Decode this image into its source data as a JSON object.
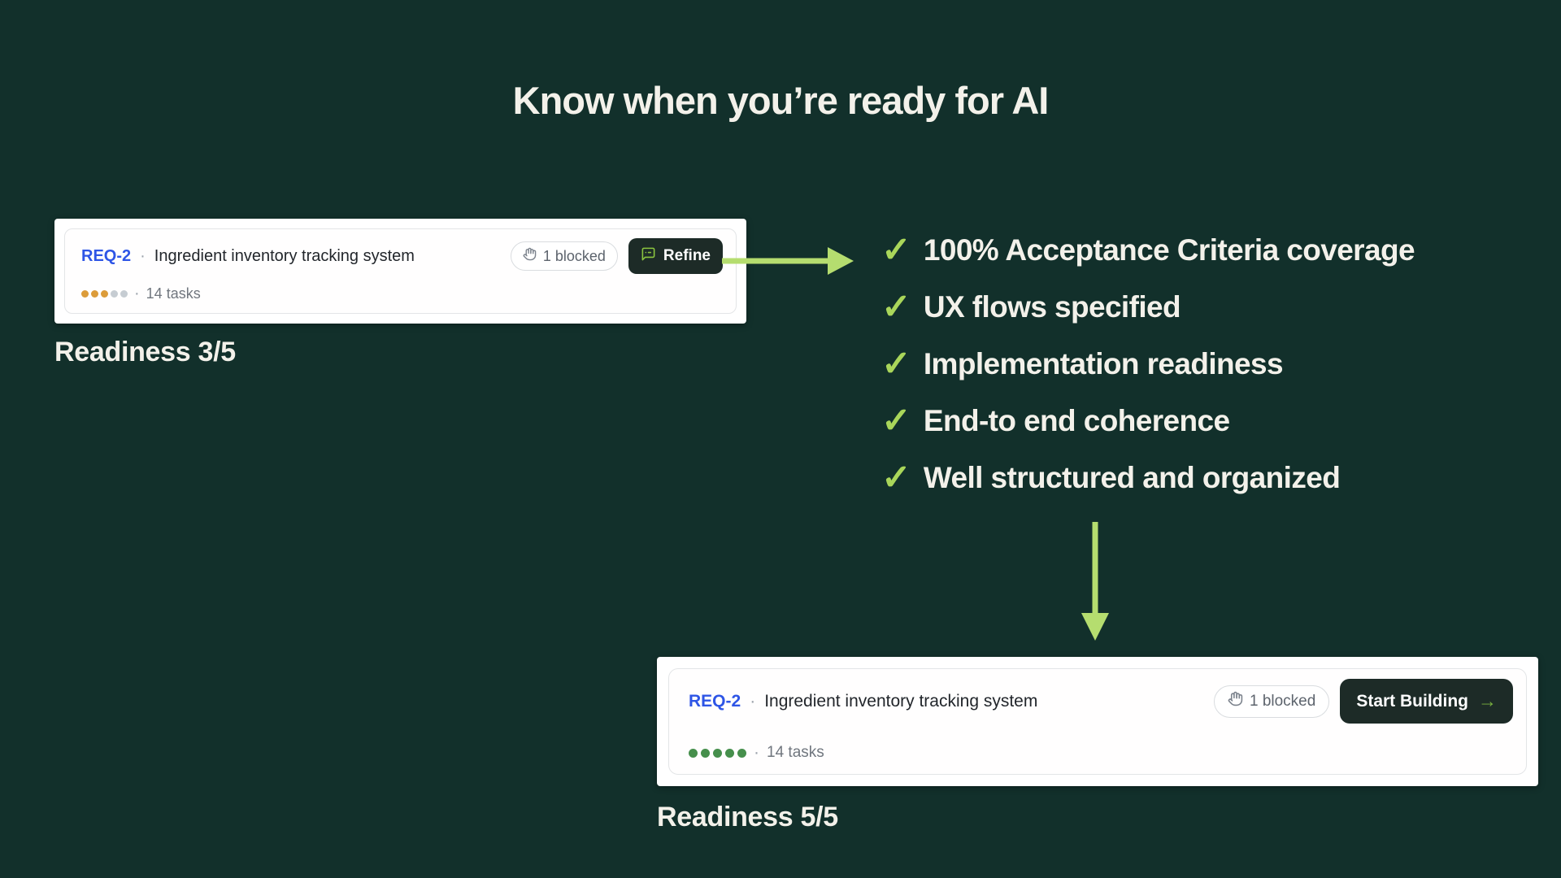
{
  "page": {
    "headline": "Know when you’re ready for AI",
    "background_color": "#12302b",
    "accent_arrow_green": "#b5dd6f",
    "accent_check_green": "#a9d65a",
    "req_id_blue": "#2e55e6",
    "dark_button_color": "#1d2b27"
  },
  "before_card": {
    "req_id": "REQ-2",
    "separator": "·",
    "title": "Ingredient inventory tracking system",
    "blocked_badge": {
      "label": "1 blocked",
      "icon": "hand-icon"
    },
    "refine_button": {
      "label": "Refine",
      "icon": "chat-bubble-icon"
    },
    "readiness_dots": {
      "filled": 3,
      "total": 5,
      "filled_color": "#dc9c3a",
      "empty_color": "#c6ccd2"
    },
    "tasks": {
      "separator": "·",
      "label": "14 tasks"
    },
    "caption": "Readiness 3/5"
  },
  "checklist": {
    "check_glyph": "✓",
    "items": [
      "100% Acceptance Criteria coverage",
      "UX flows specified",
      "Implementation readiness",
      "End-to end coherence",
      "Well structured and organized"
    ]
  },
  "after_card": {
    "req_id": "REQ-2",
    "separator": "·",
    "title": "Ingredient inventory tracking system",
    "blocked_badge": {
      "label": "1 blocked",
      "icon": "hand-icon"
    },
    "start_building_button": {
      "label": "Start Building",
      "arrow_glyph": "→",
      "icon": "arrow-right-icon"
    },
    "readiness_dots": {
      "filled": 5,
      "total": 5,
      "filled_color": "#468f4c",
      "empty_color": "#c6ccd2"
    },
    "tasks": {
      "separator": "·",
      "label": "14 tasks"
    },
    "caption": "Readiness 5/5"
  }
}
